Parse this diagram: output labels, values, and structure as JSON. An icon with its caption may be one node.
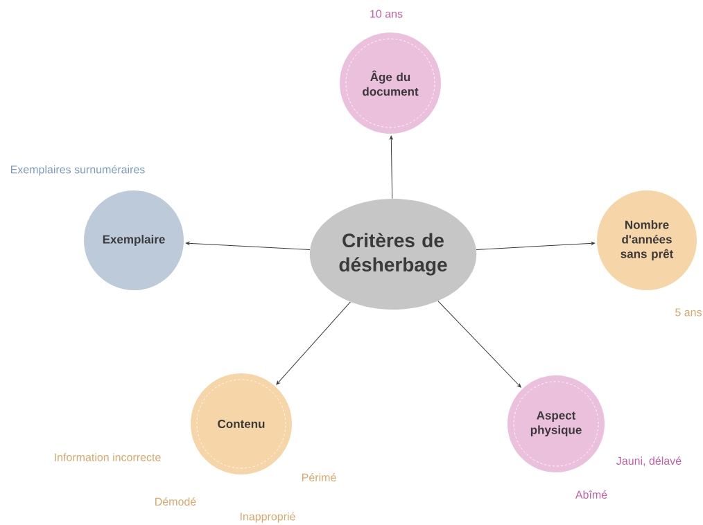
{
  "diagram": {
    "nodes": [
      {
        "text": [
          "Critères de désherbage"
        ]
      },
      {
        "text": [
          "Âge du document"
        ],
        "beside": [
          "10 ans"
        ]
      },
      {
        "text": [
          "Exemplaire"
        ],
        "beside": [
          "Exemplaires surnuméraires"
        ]
      },
      {
        "text": [
          "Nombre d'années sans prêt"
        ],
        "beside": [
          "5 ans"
        ]
      },
      {
        "text": [
          "Contenu"
        ],
        "beside": [
          "Information incorrecte",
          "Périmé",
          "Démodé",
          "Inapproprié"
        ]
      },
      {
        "text": [
          "Aspect physique"
        ],
        "beside": [
          "Jauni, délavé",
          "Abîmé"
        ]
      }
    ],
    "edges": [
      {
        "from": 0,
        "to": 1,
        "arrow": "to"
      },
      {
        "from": 0,
        "to": 2,
        "arrow": "to"
      },
      {
        "from": 0,
        "to": 3,
        "arrow": "to"
      },
      {
        "from": 0,
        "to": 4,
        "arrow": "to"
      },
      {
        "from": 0,
        "to": 5,
        "arrow": "to"
      }
    ]
  }
}
